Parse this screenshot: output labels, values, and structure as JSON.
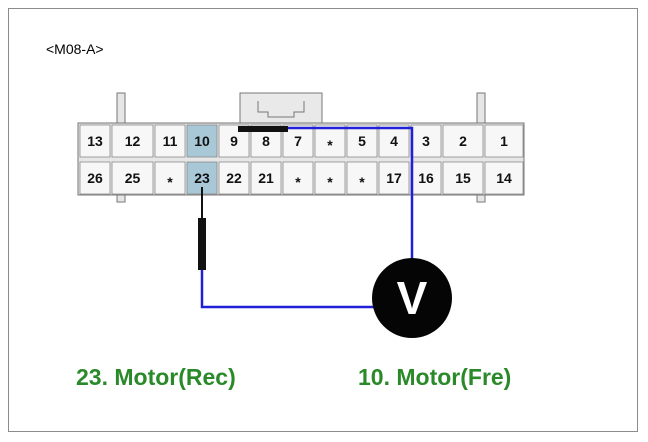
{
  "connector": {
    "id": "<M08-A>",
    "top_row": [
      "13",
      "12",
      "11",
      "10",
      "9",
      "8",
      "7",
      "*",
      "5",
      "4",
      "3",
      "2",
      "1"
    ],
    "bottom_row": [
      "26",
      "25",
      "*",
      "23",
      "22",
      "21",
      "*",
      "*",
      "*",
      "17",
      "16",
      "15",
      "14"
    ],
    "highlighted_pins": [
      "10",
      "23"
    ]
  },
  "meter": {
    "symbol": "V"
  },
  "captions": {
    "left": "23. Motor(Rec)",
    "right": "10. Motor(Fre)"
  },
  "colors": {
    "wire": "#2020d8",
    "caption": "#2a8a2a",
    "highlight": "#a8c8d8",
    "connector_body": "#e6e6e6"
  }
}
